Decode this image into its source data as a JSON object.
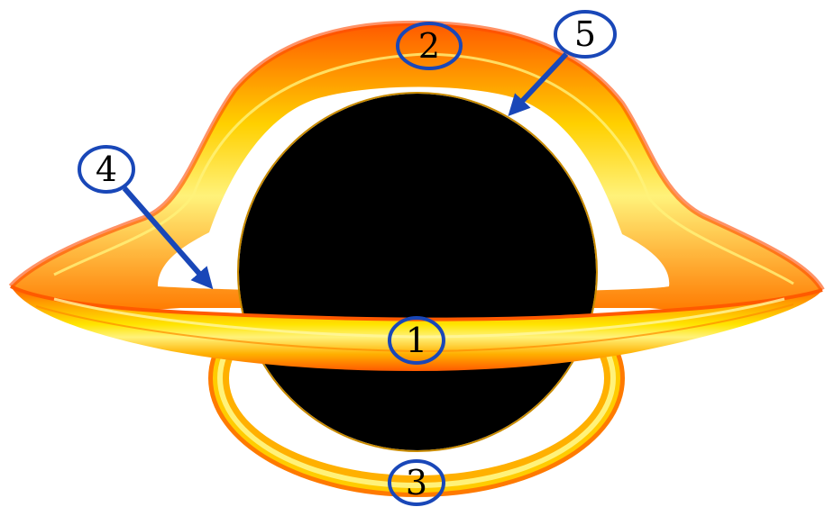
{
  "colors": {
    "background": "#ffffff",
    "shadow": "#000000",
    "disk_outer": "#ff5a00",
    "disk_mid": "#ffaa00",
    "disk_inner": "#ffe400",
    "highlight": "#fff27a",
    "marker": "#1947b8"
  },
  "labels": {
    "l1": "1",
    "l2": "2",
    "l3": "3",
    "l4": "4",
    "l5": "5"
  }
}
